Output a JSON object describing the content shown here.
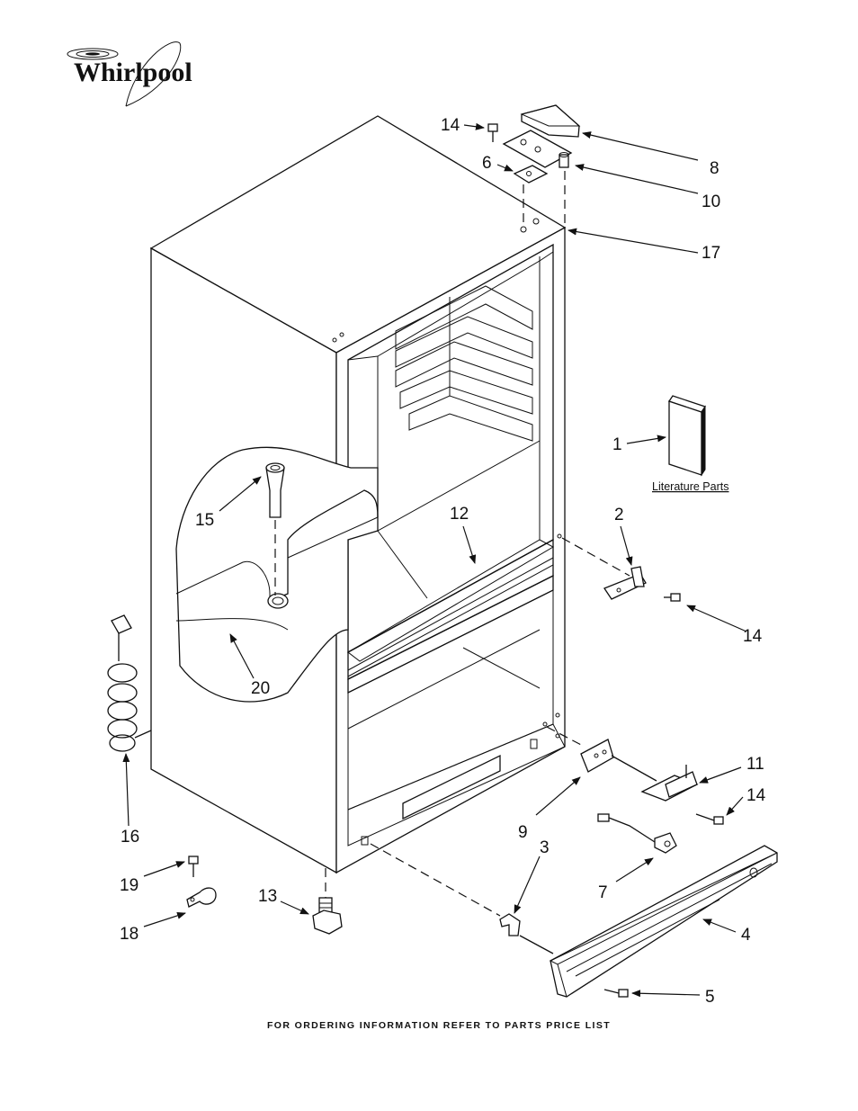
{
  "brand": {
    "name": "Whirlpool"
  },
  "callouts": [
    {
      "id": "c14a",
      "label": "14"
    },
    {
      "id": "c8",
      "label": "8"
    },
    {
      "id": "c6",
      "label": "6"
    },
    {
      "id": "c10",
      "label": "10"
    },
    {
      "id": "c17",
      "label": "17"
    },
    {
      "id": "c1",
      "label": "1"
    },
    {
      "id": "c15",
      "label": "15"
    },
    {
      "id": "c12",
      "label": "12"
    },
    {
      "id": "c2",
      "label": "2"
    },
    {
      "id": "c14b",
      "label": "14"
    },
    {
      "id": "c20",
      "label": "20"
    },
    {
      "id": "c11",
      "label": "11"
    },
    {
      "id": "c14c",
      "label": "14"
    },
    {
      "id": "c16",
      "label": "16"
    },
    {
      "id": "c9",
      "label": "9"
    },
    {
      "id": "c3",
      "label": "3"
    },
    {
      "id": "c19",
      "label": "19"
    },
    {
      "id": "c13",
      "label": "13"
    },
    {
      "id": "c7",
      "label": "7"
    },
    {
      "id": "c18",
      "label": "18"
    },
    {
      "id": "c4",
      "label": "4"
    },
    {
      "id": "c5",
      "label": "5"
    }
  ],
  "literature_label": "Literature Parts",
  "footer": "FOR ORDERING INFORMATION REFER TO PARTS PRICE LIST"
}
